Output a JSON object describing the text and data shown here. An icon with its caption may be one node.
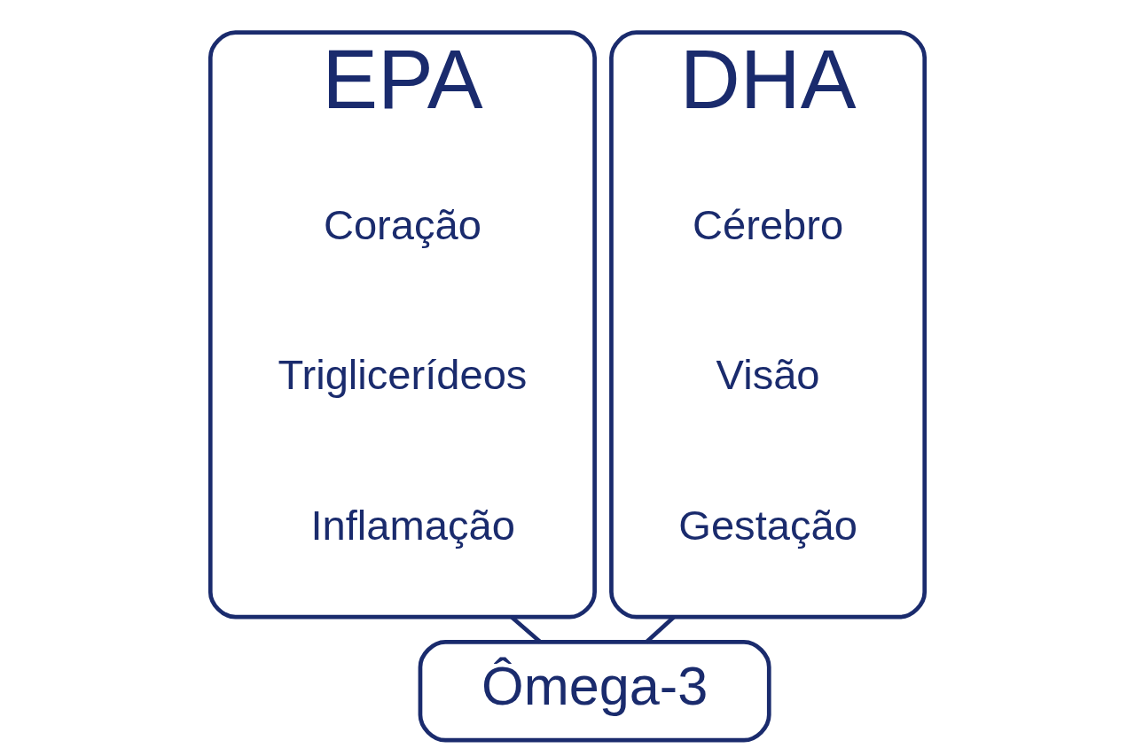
{
  "diagram": {
    "nodes": [
      {
        "text": [
          "EPA"
        ]
      },
      {
        "text": [
          "Coração"
        ],
        "in": 0
      },
      {
        "text": [
          "Triglicerídeos"
        ],
        "in": 0
      },
      {
        "text": [
          "Inflamação"
        ],
        "in": 0
      },
      {
        "text": [
          "DHA"
        ]
      },
      {
        "text": [
          "Cérebro"
        ],
        "in": 4
      },
      {
        "text": [
          "Visão"
        ],
        "in": 4
      },
      {
        "text": [
          "Gestação"
        ],
        "in": 4
      },
      {
        "text": [
          "Ômega-3"
        ]
      }
    ],
    "edges": [
      {
        "from": 0,
        "to": 8,
        "arrow": "none"
      },
      {
        "from": 4,
        "to": 8,
        "arrow": "none"
      }
    ]
  }
}
